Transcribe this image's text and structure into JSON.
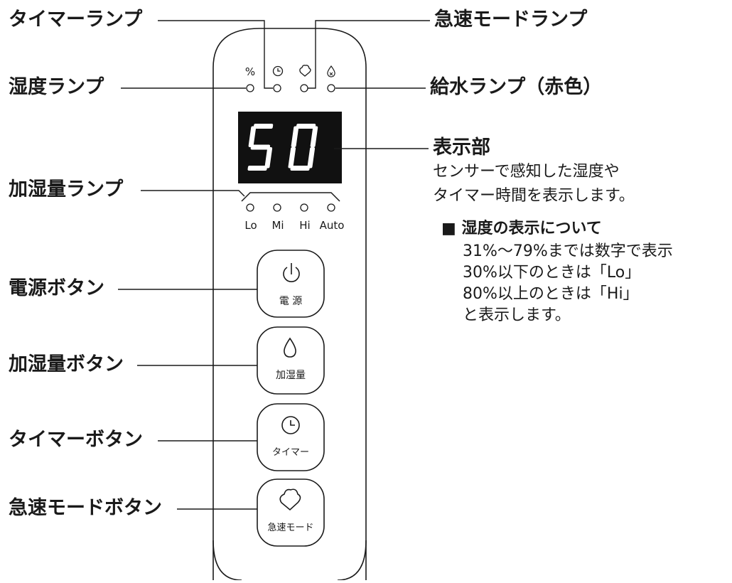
{
  "callouts": {
    "timer_lamp": "タイマーランプ",
    "humidity_lamp": "湿度ランプ",
    "mist_lamp": "加湿量ランプ",
    "power_button": "電源ボタン",
    "mist_button": "加湿量ボタン",
    "timer_button": "タイマーボタン",
    "turbo_button": "急速モードボタン",
    "turbo_lamp": "急速モードランプ",
    "water_lamp": "給水ランプ（赤色）",
    "display": "表示部"
  },
  "display_desc": [
    "センサーで感知した湿度や",
    "タイマー時間を表示します。"
  ],
  "humidity_note": {
    "marker": "■",
    "heading": "湿度の表示について",
    "lines": [
      "31%～79%までは数字で表示",
      "30%以下のときは「Lo」",
      "80%以上のときは「Hi」",
      "と表示します。"
    ]
  },
  "panel": {
    "top_icons": [
      "%",
      "clock-icon",
      "cloud-icon",
      "water-drop-icon"
    ],
    "display_value": "50",
    "levels": [
      "Lo",
      "Mi",
      "Hi",
      "Auto"
    ],
    "buttons": [
      {
        "label": "電 源",
        "icon": "power-icon"
      },
      {
        "label": "加湿量",
        "icon": "water-drop-icon"
      },
      {
        "label": "タイマー",
        "icon": "clock-icon"
      },
      {
        "label": "急速モード",
        "icon": "cloud-icon"
      }
    ]
  },
  "colors": {
    "line": "#1a1a1a",
    "display_bg": "#111111",
    "display_segments": "#ffffff"
  }
}
